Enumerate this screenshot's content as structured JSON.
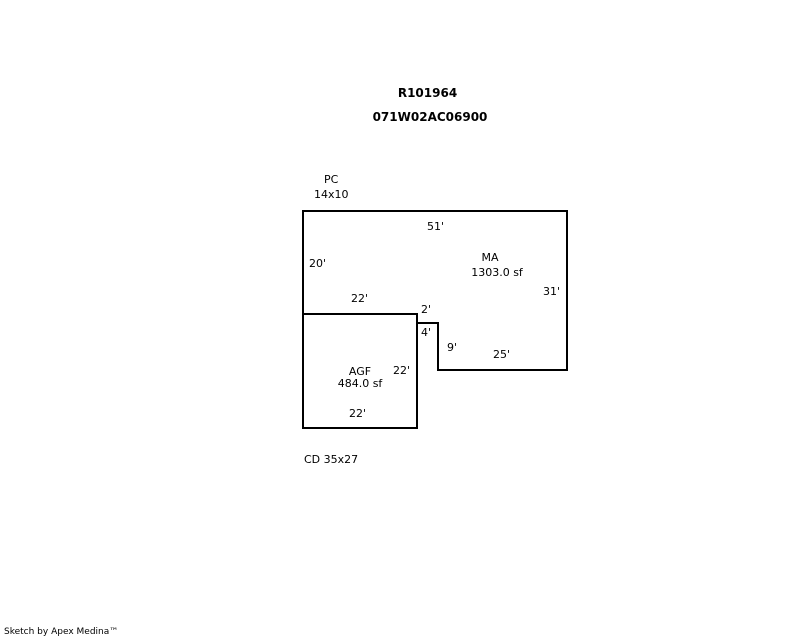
{
  "header": {
    "account": "R101964",
    "map_taxlot": "071W02AC06900"
  },
  "notes": {
    "pc_label": "PC",
    "pc_size": "14x10",
    "cd_label": "CD 35x27"
  },
  "areas": {
    "ma": {
      "code": "MA",
      "area": "1303.0 sf"
    },
    "agf": {
      "code": "AGF",
      "area": "484.0 sf"
    }
  },
  "dimensions": {
    "ma_top": "51'",
    "ma_left": "20'",
    "ma_right": "31'",
    "ma_bottom": "25'",
    "ma_notch_top": "2'",
    "ma_notch_side": "4'",
    "ma_step": "9'",
    "ma_agf_top": "22'",
    "agf_right": "22'",
    "agf_bottom": "22'"
  },
  "footer": {
    "credit": "Sketch by Apex Medina™"
  }
}
